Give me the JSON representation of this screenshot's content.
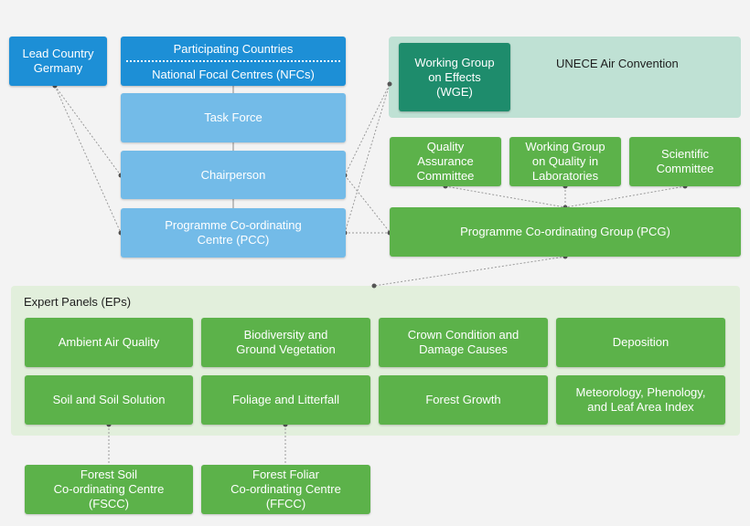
{
  "lead_country": "Lead Country\nGermany",
  "participating": {
    "top": "Participating Countries",
    "bottom": "National Focal Centres (NFCs)"
  },
  "task_force": "Task Force",
  "chairperson": "Chairperson",
  "pcc": "Programme Co-ordinating\nCentre (PCC)",
  "unece": {
    "title": "UNECE Air Convention",
    "wge": "Working Group\non Effects\n(WGE)"
  },
  "committees": [
    "Quality\nAssurance\nCommittee",
    "Working Group\non Quality in\nLaboratories",
    "Scientific\nCommittee"
  ],
  "pcg": "Programme Co-ordinating Group (PCG)",
  "expert_panels": {
    "title": "Expert Panels (EPs)",
    "items": [
      "Ambient Air Quality",
      "Biodiversity and\nGround Vegetation",
      "Crown Condition and\nDamage Causes",
      "Deposition",
      "Soil and Soil Solution",
      "Foliage and Litterfall",
      "Forest Growth",
      "Meteorology, Phenology,\nand Leaf Area Index"
    ]
  },
  "centres": [
    "Forest Soil\nCo-ordinating Centre\n(FSCC)",
    "Forest Foliar\nCo-ordinating Centre\n(FFCC)"
  ],
  "colors": {
    "dark_blue": "#1d8fd6",
    "light_blue": "#73bbe8",
    "green": "#5cb24a",
    "teal": "#1e8c6c",
    "unece_panel": "#bfe1d4",
    "ep_panel": "#e2efdc"
  }
}
